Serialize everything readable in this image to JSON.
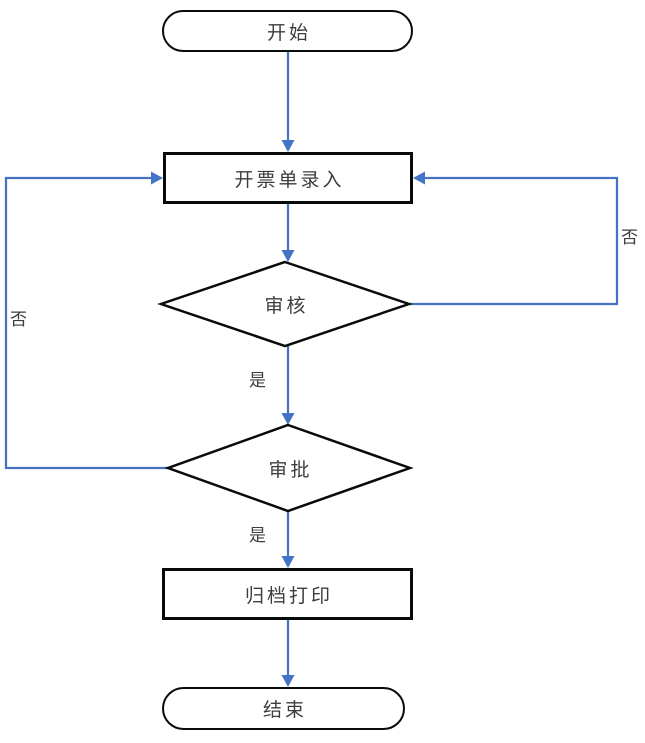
{
  "flowchart": {
    "nodes": {
      "start": {
        "label": "开始",
        "shape": "stadium"
      },
      "invoice_entry": {
        "label": "开票单录入",
        "shape": "rectangle"
      },
      "review": {
        "label": "审核",
        "shape": "diamond"
      },
      "approve": {
        "label": "审批",
        "shape": "diamond"
      },
      "archive_print": {
        "label": "归档打印",
        "shape": "rectangle"
      },
      "end": {
        "label": "结束",
        "shape": "stadium"
      }
    },
    "edge_labels": {
      "review_yes": "是",
      "review_no": "否",
      "approve_yes": "是",
      "approve_no": "否"
    },
    "colors": {
      "connector_blue": "#4472C4",
      "shape_border": "#000000",
      "text": "#3d3d3d"
    }
  }
}
